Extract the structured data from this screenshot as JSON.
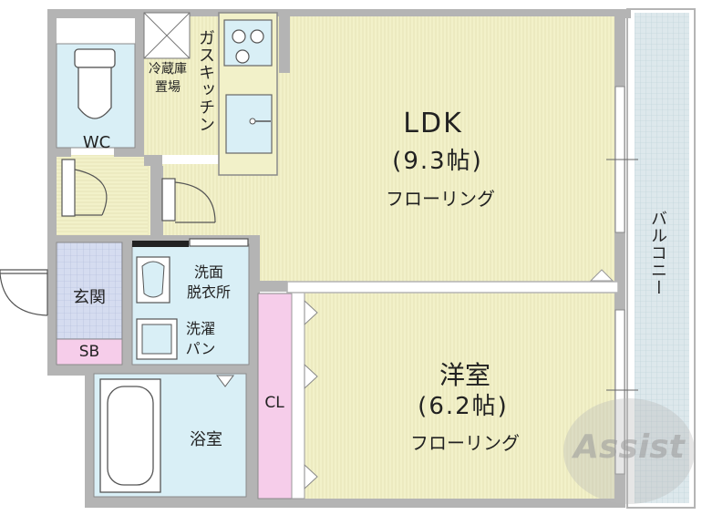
{
  "rooms": {
    "ldk": {
      "name": "LDK",
      "size": "(9.3帖)",
      "floor": "フローリング"
    },
    "western": {
      "name": "洋室",
      "size": "(6.2帖)",
      "floor": "フローリング"
    },
    "balcony": "バルコニー",
    "kitchen": "ガスキッチン",
    "fridge": "冷蔵庫\n置場",
    "wc": "WC",
    "entrance": "玄関",
    "sb": "SB",
    "washroom": "洗面\n脱衣所",
    "washpan": "洗濯\nパン",
    "bath": "浴室",
    "closet": "CL"
  },
  "watermark": "Assist",
  "colors": {
    "wall": "#b4b4b4",
    "floor": "#f2f1c9",
    "wet": "#d9eff6",
    "entrance": "#d5dcf0",
    "closet": "#f6cdea",
    "balcony": "#dde8ec"
  }
}
